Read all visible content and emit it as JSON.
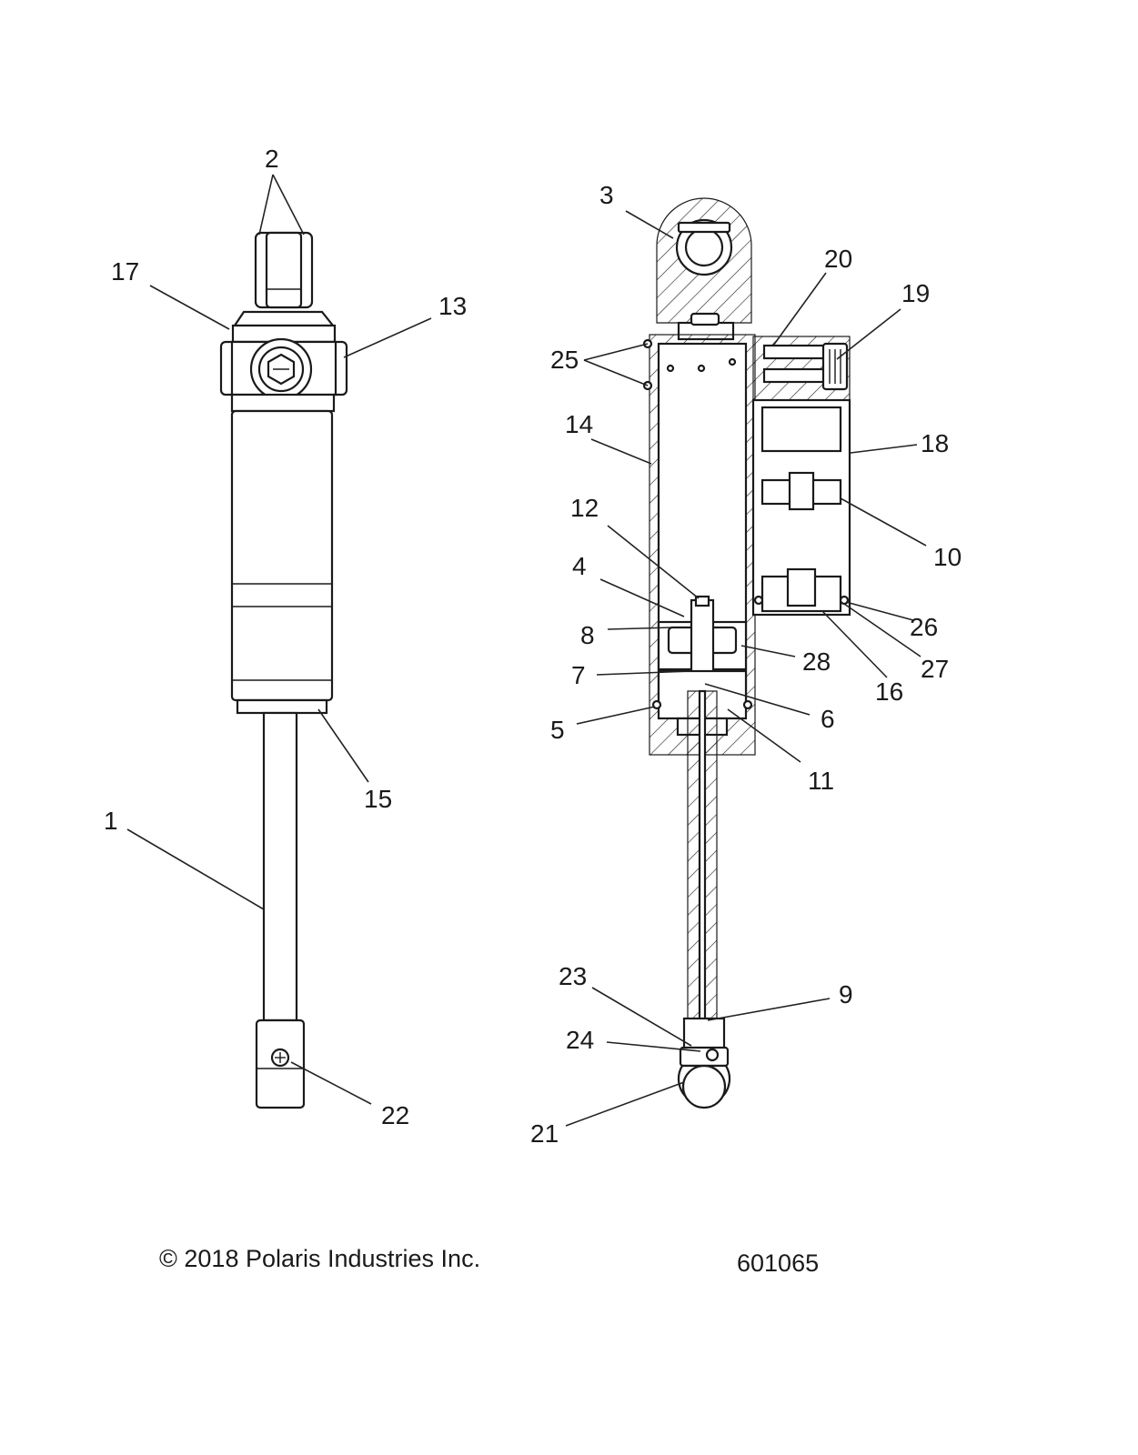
{
  "diagram": {
    "callouts": [
      {
        "id": "1",
        "text": "1"
      },
      {
        "id": "2",
        "text": "2"
      },
      {
        "id": "3",
        "text": "3"
      },
      {
        "id": "4",
        "text": "4"
      },
      {
        "id": "5",
        "text": "5"
      },
      {
        "id": "6",
        "text": "6"
      },
      {
        "id": "7",
        "text": "7"
      },
      {
        "id": "8",
        "text": "8"
      },
      {
        "id": "9",
        "text": "9"
      },
      {
        "id": "10",
        "text": "10"
      },
      {
        "id": "11",
        "text": "11"
      },
      {
        "id": "12",
        "text": "12"
      },
      {
        "id": "13",
        "text": "13"
      },
      {
        "id": "14",
        "text": "14"
      },
      {
        "id": "15",
        "text": "15"
      },
      {
        "id": "16",
        "text": "16"
      },
      {
        "id": "17",
        "text": "17"
      },
      {
        "id": "18",
        "text": "18"
      },
      {
        "id": "19",
        "text": "19"
      },
      {
        "id": "20",
        "text": "20"
      },
      {
        "id": "21",
        "text": "21"
      },
      {
        "id": "22",
        "text": "22"
      },
      {
        "id": "23",
        "text": "23"
      },
      {
        "id": "24",
        "text": "24"
      },
      {
        "id": "25",
        "text": "25"
      },
      {
        "id": "26",
        "text": "26"
      },
      {
        "id": "27",
        "text": "27"
      },
      {
        "id": "28",
        "text": "28"
      }
    ]
  },
  "footer": {
    "copyright": "© 2018 Polaris Industries Inc.",
    "drawing_number": "601065"
  }
}
